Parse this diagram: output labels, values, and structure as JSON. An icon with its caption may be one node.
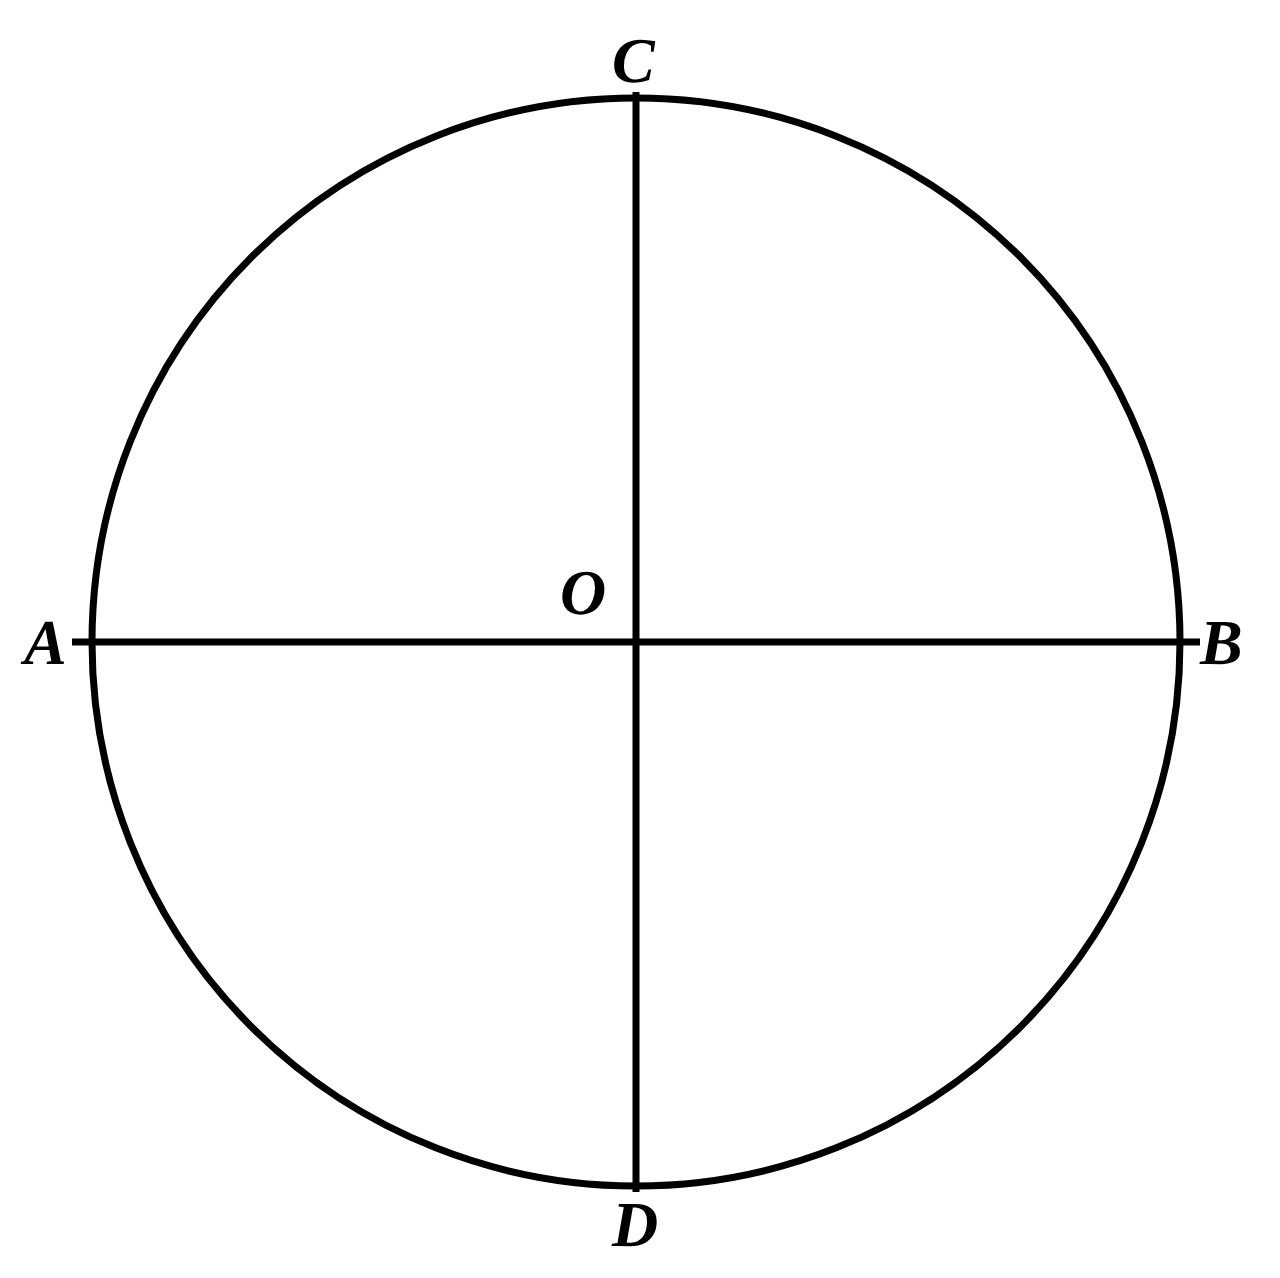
{
  "diagram": {
    "nodes": [
      {
        "text": [
          "C"
        ]
      },
      {
        "text": [
          "A"
        ]
      },
      {
        "text": [
          "B"
        ]
      },
      {
        "text": [
          "D"
        ]
      }
    ],
    "edges": [
      {
        "from": 1,
        "to": 2,
        "arrow": "none"
      },
      {
        "from": 0,
        "to": 3,
        "arrow": "none"
      }
    ],
    "labels": [
      "O"
    ]
  }
}
